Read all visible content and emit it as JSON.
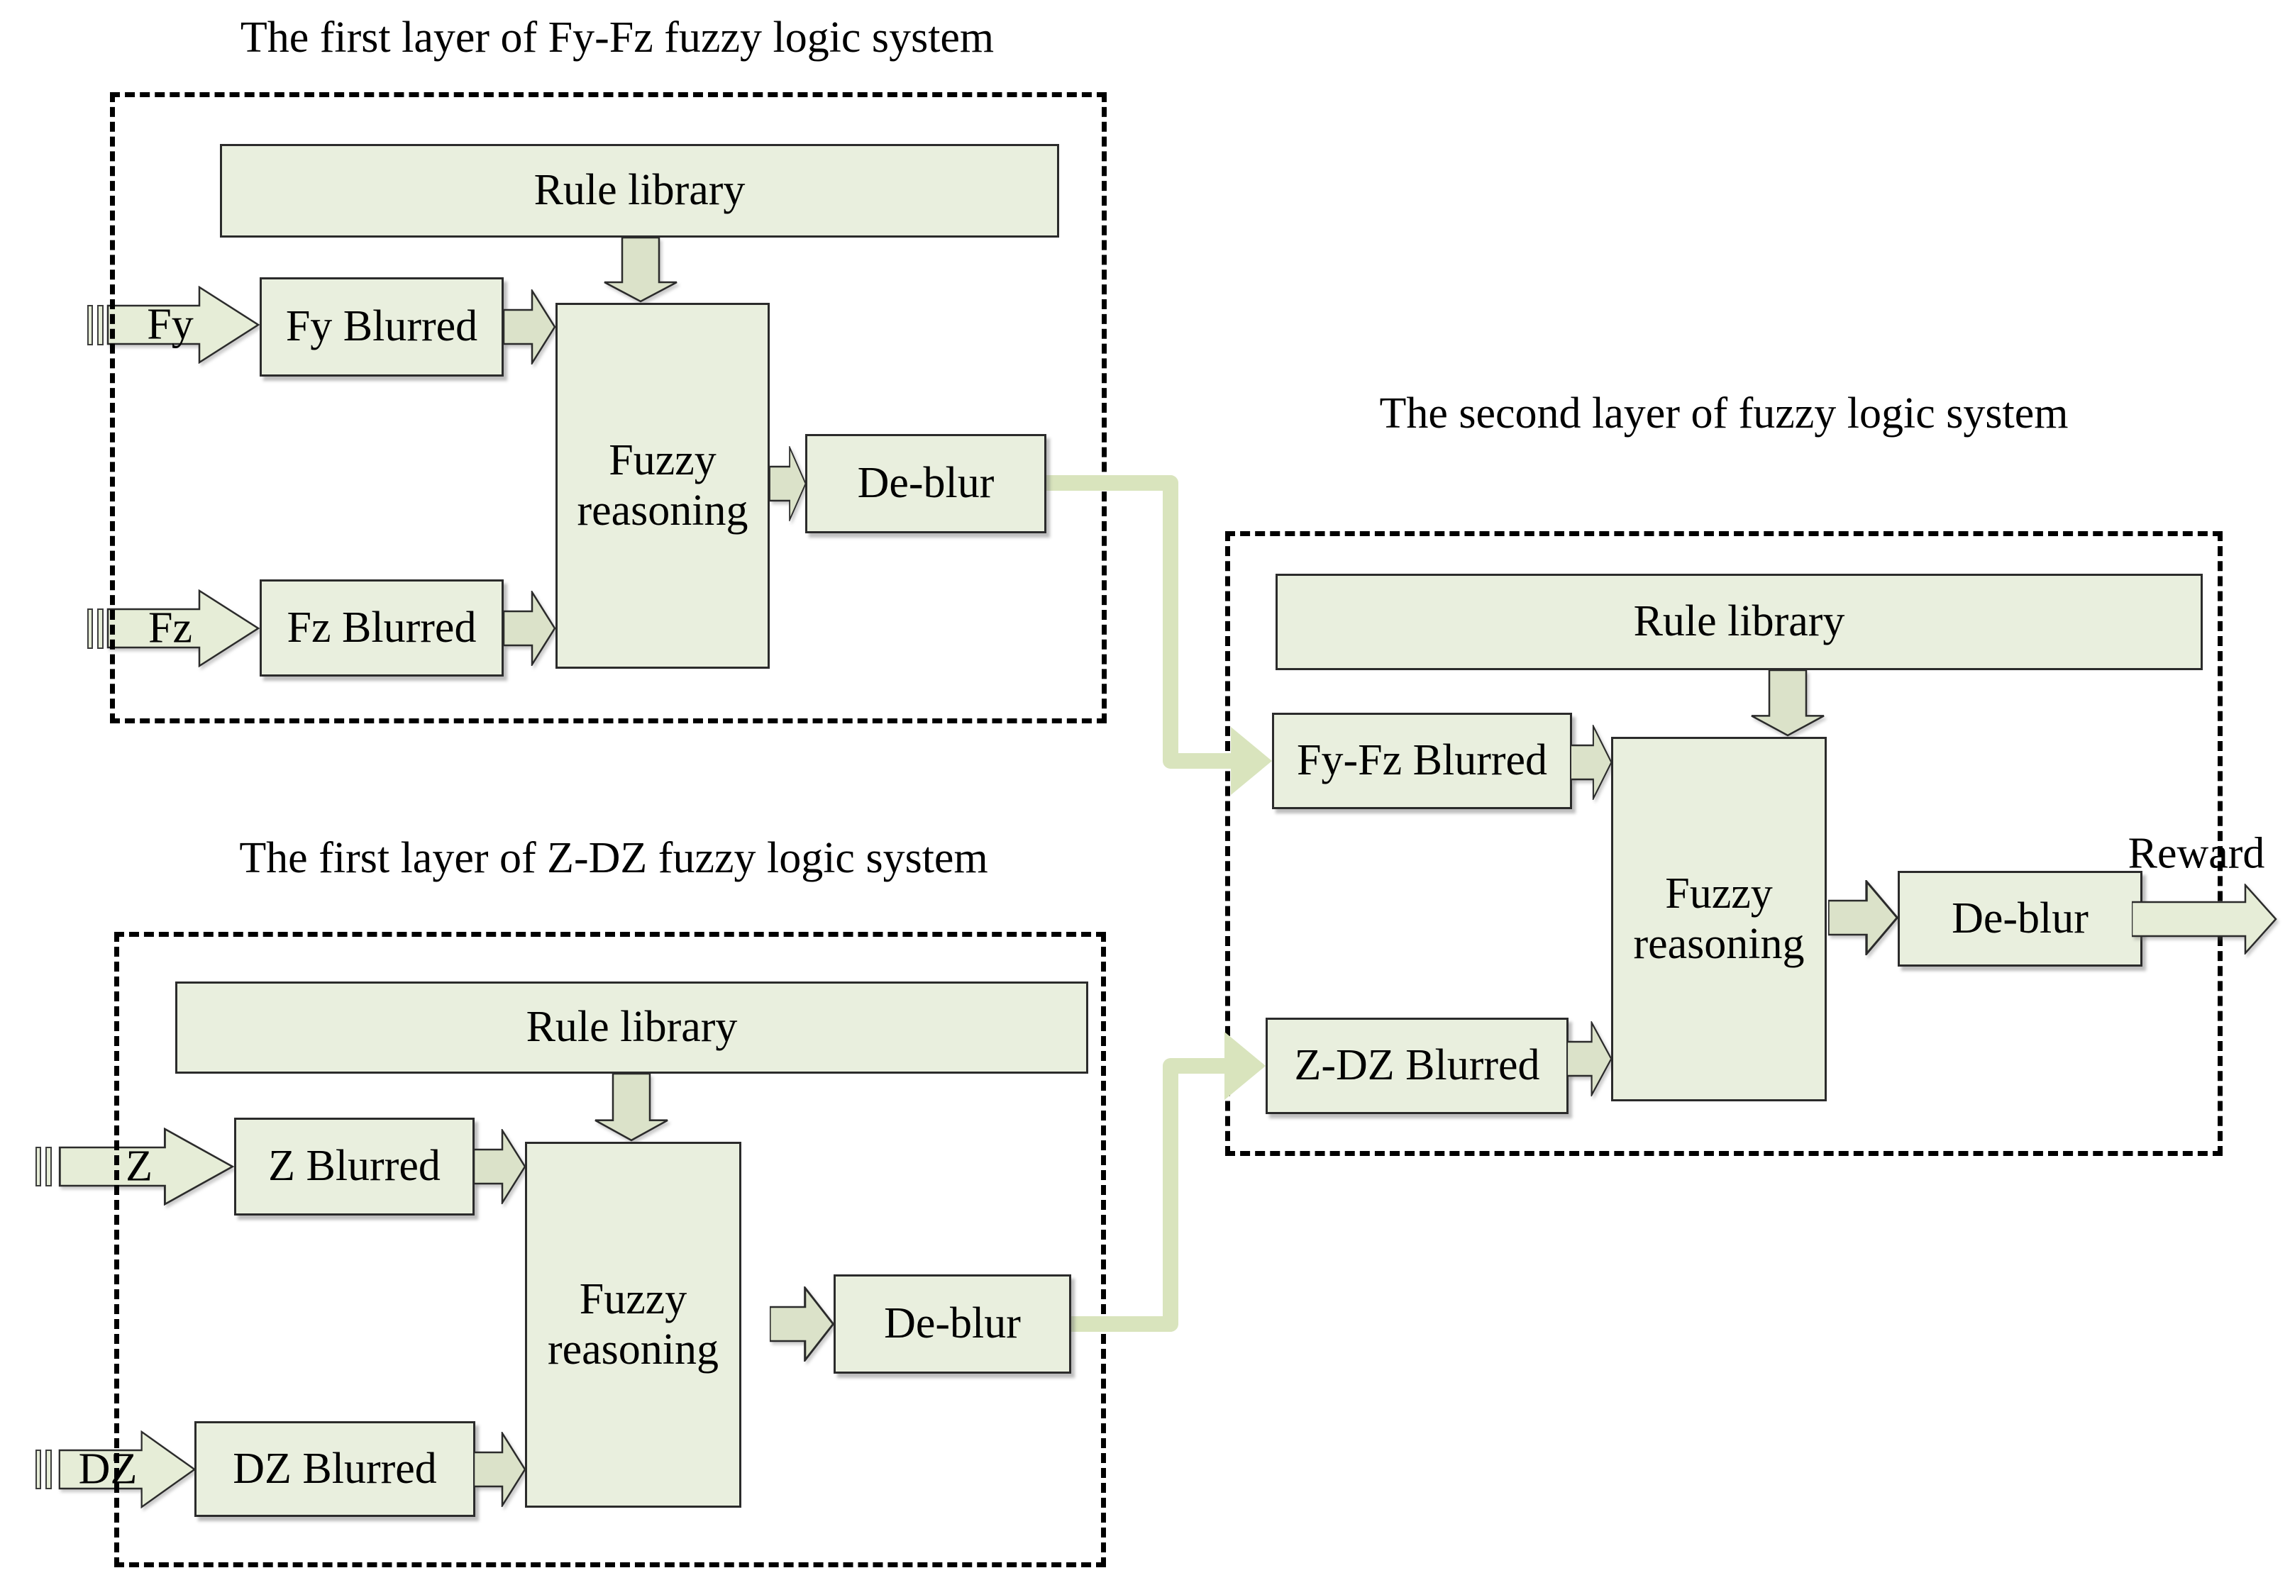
{
  "figure": {
    "background": "#ffffff",
    "colors": {
      "box_fill": "#e9efde",
      "box_border": "#2b2b2b",
      "block_arrow_fill": "#dbe2c9",
      "input_arrow_fill": "#e6edd7",
      "connector_color": "#d9e4bd",
      "dashed_color": "#000000",
      "text_color": "#000000"
    }
  },
  "first_layer_fyfz": {
    "title": "The first layer of Fy-Fz fuzzy logic system",
    "rule_library_label": "Rule library",
    "input1_label": "Fy",
    "input1_blurred_label": "Fy Blurred",
    "input2_label": "Fz",
    "input2_blurred_label": "Fz Blurred",
    "fuzzy_reasoning_label": "Fuzzy reasoning",
    "deblur_label": "De-blur"
  },
  "first_layer_zdz": {
    "title": "The first layer of Z-DZ fuzzy logic system",
    "rule_library_label": "Rule library",
    "input1_label": "Z",
    "input1_blurred_label": "Z Blurred",
    "input2_label": "DZ",
    "input2_blurred_label": "DZ Blurred",
    "fuzzy_reasoning_label": "Fuzzy reasoning",
    "deblur_label": "De-blur"
  },
  "second_layer": {
    "title": "The second layer of fuzzy logic system",
    "rule_library_label": "Rule library",
    "input1_blurred_label": "Fy-Fz Blurred",
    "input2_blurred_label": "Z-DZ Blurred",
    "fuzzy_reasoning_label": "Fuzzy reasoning",
    "deblur_label": "De-blur",
    "output_label": "Reward"
  }
}
